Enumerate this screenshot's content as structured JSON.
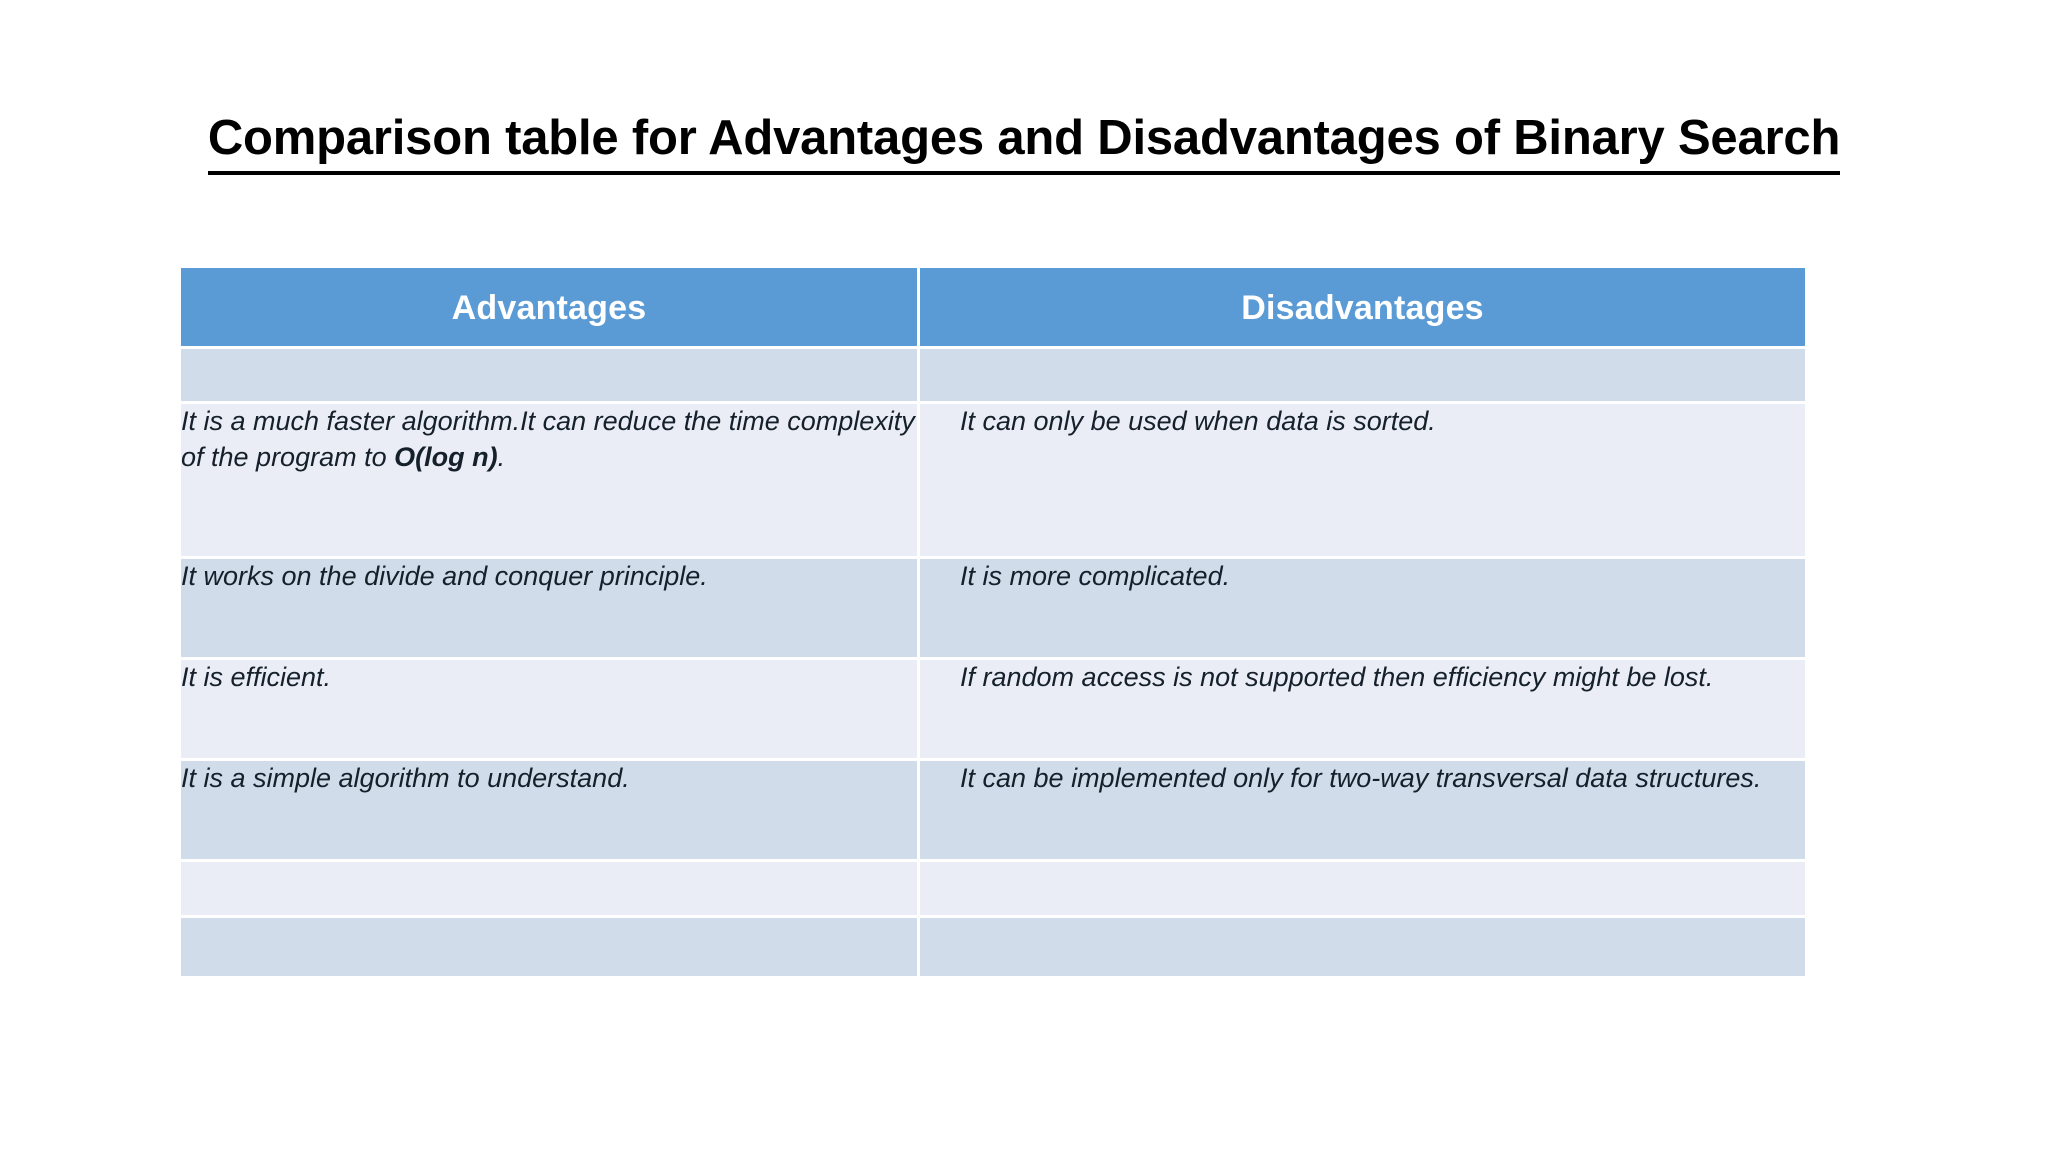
{
  "slide": {
    "title": "Comparison table for Advantages and Disadvantages of Binary Search",
    "background_color": "#FFFFFF",
    "title_color": "#000000"
  },
  "table": {
    "header_background": "#5B9BD5",
    "header_text_color": "#FFFFFF",
    "band_dark_color": "#D1DCEB",
    "band_light_color": "#EAEDF6",
    "body_text_color": "#15202B",
    "columns": [
      "Advantages",
      "Disadvantages"
    ],
    "rows": [
      {
        "kind": "spacer",
        "advantages": "",
        "disadvantages": ""
      },
      {
        "kind": "data",
        "advantages_prefix": "It is a much faster algorithm.It can reduce the time complexity of the program to ",
        "advantages_emphasis": "O(log n)",
        "advantages_suffix": ".",
        "disadvantages": "It can only be used when data is sorted."
      },
      {
        "kind": "data",
        "advantages": "It works on the divide and conquer principle.",
        "disadvantages": "It is more complicated."
      },
      {
        "kind": "data",
        "advantages": "It is efficient.",
        "disadvantages": "If random access is not supported then efficiency might be lost."
      },
      {
        "kind": "data",
        "advantages": "It is a simple algorithm to understand.",
        "disadvantages": "It can be implemented only for two-way transversal data structures."
      },
      {
        "kind": "empty",
        "advantages": "",
        "disadvantages": ""
      },
      {
        "kind": "empty",
        "advantages": "",
        "disadvantages": ""
      }
    ]
  }
}
